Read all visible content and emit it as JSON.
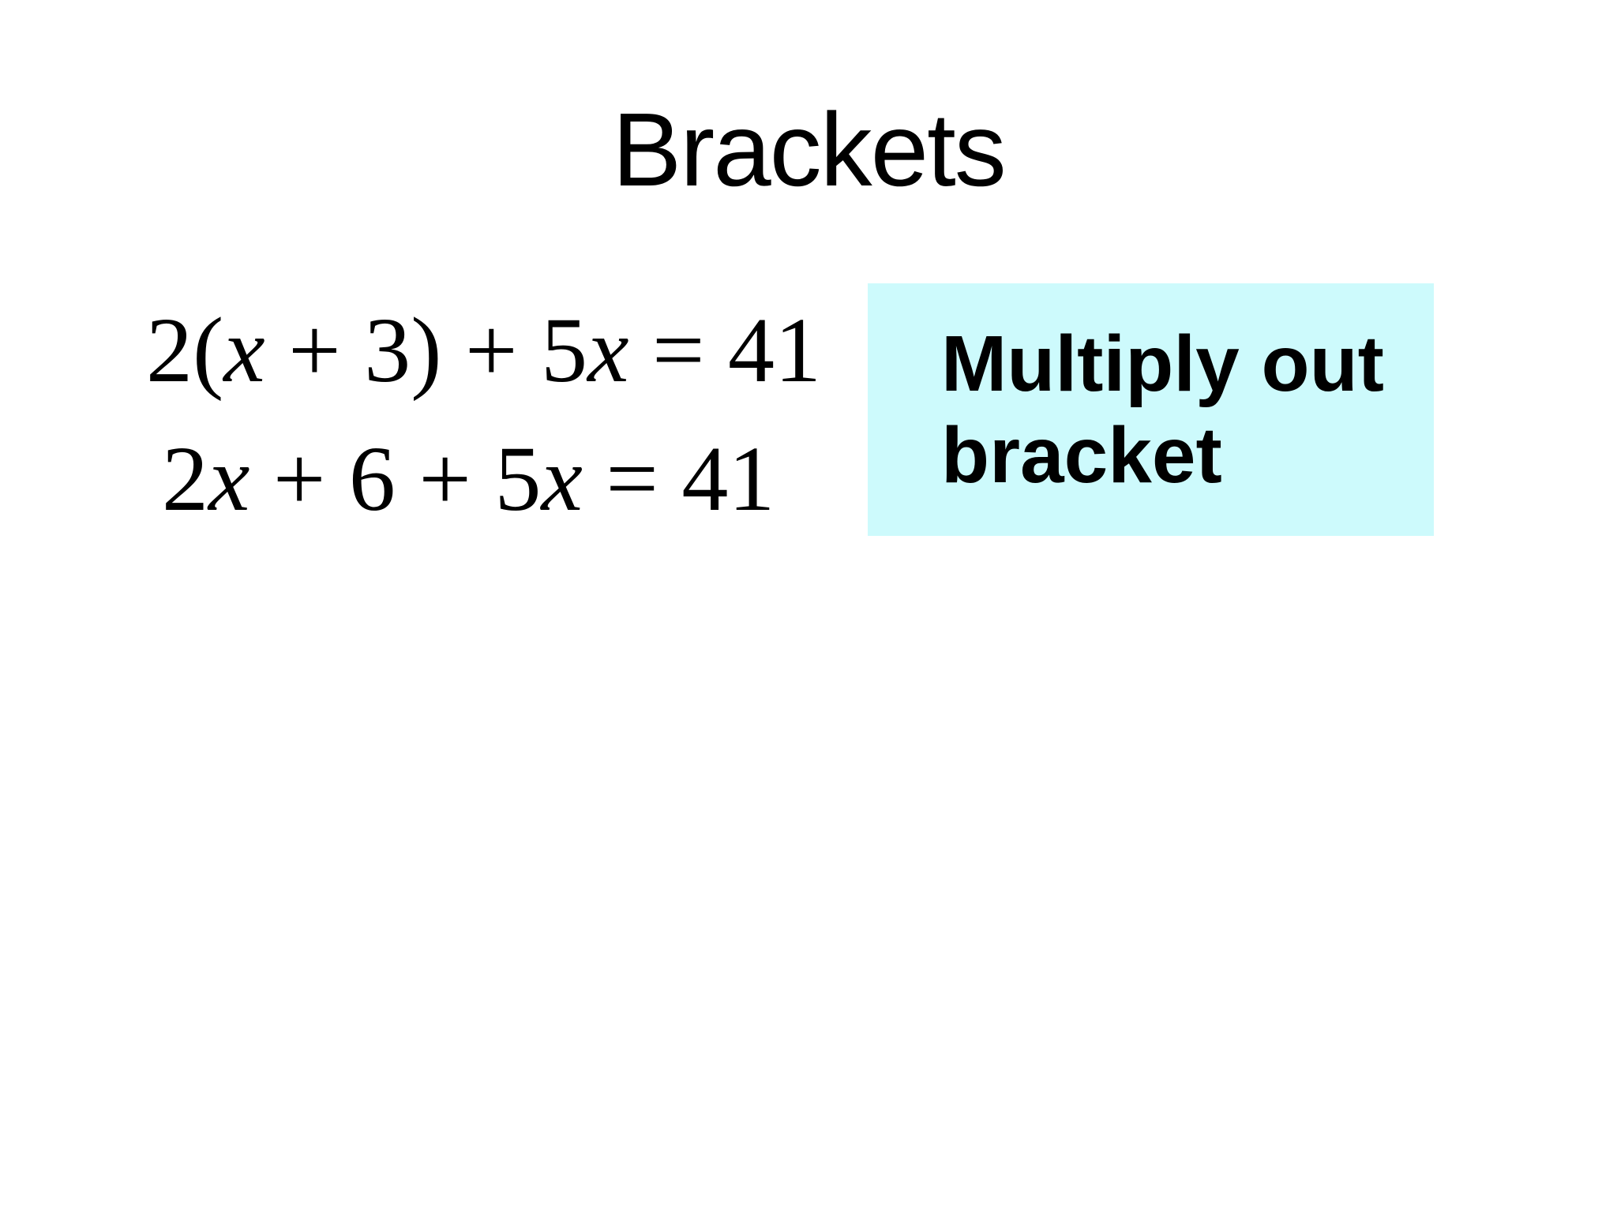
{
  "slide": {
    "title": "Brackets",
    "background_color": "#FFFFFF",
    "text_color": "#000000"
  },
  "equations": [
    {
      "segments": [
        {
          "text": "2("
        },
        {
          "text": "x",
          "italic": true
        },
        {
          "text": " + 3) + 5"
        },
        {
          "text": "x",
          "italic": true
        },
        {
          "text": " = 41"
        }
      ]
    },
    {
      "segments": [
        {
          "text": "2"
        },
        {
          "text": "x",
          "italic": true
        },
        {
          "text": " + 6 + 5"
        },
        {
          "text": "x",
          "italic": true
        },
        {
          "text": " = 41"
        }
      ]
    }
  ],
  "callout": {
    "label": "Multiply out bracket",
    "background_color": "#CDFAFC"
  }
}
